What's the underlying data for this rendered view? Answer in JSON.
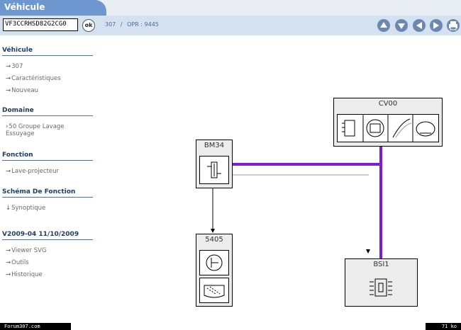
{
  "header": {
    "tab_title": "Véhicule",
    "vin_value": "VF3CCRHSD82G2CG0",
    "ok_label": "ok",
    "breadcrumb": [
      "307",
      "/",
      "OPR : 9445"
    ]
  },
  "toolbar": {
    "buttons": [
      "up-icon",
      "down-icon",
      "back-icon",
      "forward-icon",
      "print-icon"
    ]
  },
  "sidebar": {
    "sections": [
      {
        "title": "Véhicule",
        "items": [
          "307",
          "Caractéristiques",
          "Nouveau"
        ]
      },
      {
        "title": "Domaine",
        "items": [
          "50 Groupe Lavage Essuyage"
        ]
      },
      {
        "title": "Fonction",
        "items": [
          "Lave-projecteur"
        ]
      },
      {
        "title": "Schéma De Fonction",
        "items": [
          "Synoptique"
        ]
      },
      {
        "title": "V2009-04 11/10/2009",
        "items": [
          "Viewer SVG",
          "Outils",
          "Historique"
        ]
      }
    ]
  },
  "diagram": {
    "components": {
      "cv00": "CV00",
      "bm34": "BM34",
      "c5405": "5405",
      "bsi1": "BSI1"
    },
    "colors": {
      "link": "#7e1cd3",
      "box_bg": "#ececec"
    }
  },
  "footer": {
    "left": "Forum307.com",
    "right": "71 ko"
  }
}
